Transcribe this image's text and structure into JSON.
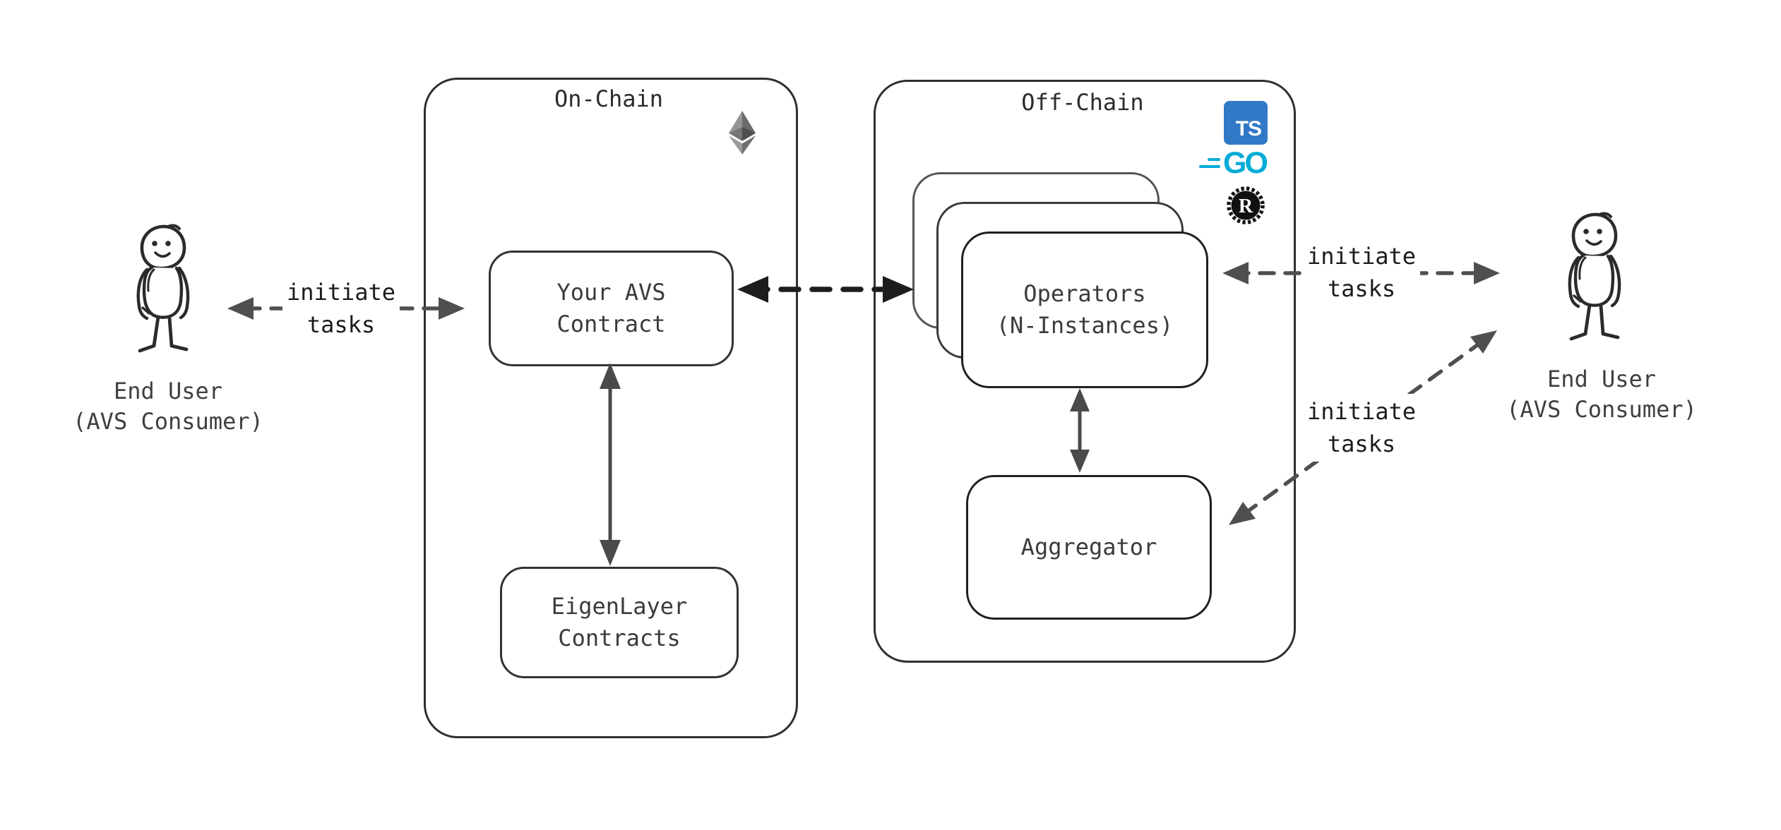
{
  "colors": {
    "canvas_bg": "#ffffff",
    "container_stroke": "#2f2f2f",
    "arrow_gray": "#4f4f4f",
    "arrow_black": "#1d1d1d",
    "box_text": "#3b3b3b",
    "label_text": "#1c1c1c",
    "typescript_blue": "#3178C6",
    "go_cyan": "#00ACD7",
    "rust_black": "#111111"
  },
  "onchain": {
    "title": "On-Chain",
    "ethereum_icon": "ethereum-logo",
    "avs_contract": {
      "line1": "Your AVS",
      "line2": "Contract"
    },
    "eigenlayer": {
      "line1": "EigenLayer",
      "line2": "Contracts"
    }
  },
  "offchain": {
    "title": "Off-Chain",
    "operators": {
      "line1": "Operators",
      "line2": "(N-Instances)"
    },
    "aggregator": {
      "label": "Aggregator"
    },
    "tech_icons": {
      "typescript": "TS",
      "go": "GO",
      "rust": "R"
    }
  },
  "end_users": {
    "left": {
      "line1": "End User",
      "line2": "(AVS Consumer)"
    },
    "right": {
      "line1": "End User",
      "line2": "(AVS Consumer)"
    }
  },
  "arrow_labels": {
    "left": {
      "line1": "initiate",
      "line2": "tasks"
    },
    "right_top": {
      "line1": "initiate",
      "line2": "tasks"
    },
    "right_bottom": {
      "line1": "initiate",
      "line2": "tasks"
    }
  }
}
